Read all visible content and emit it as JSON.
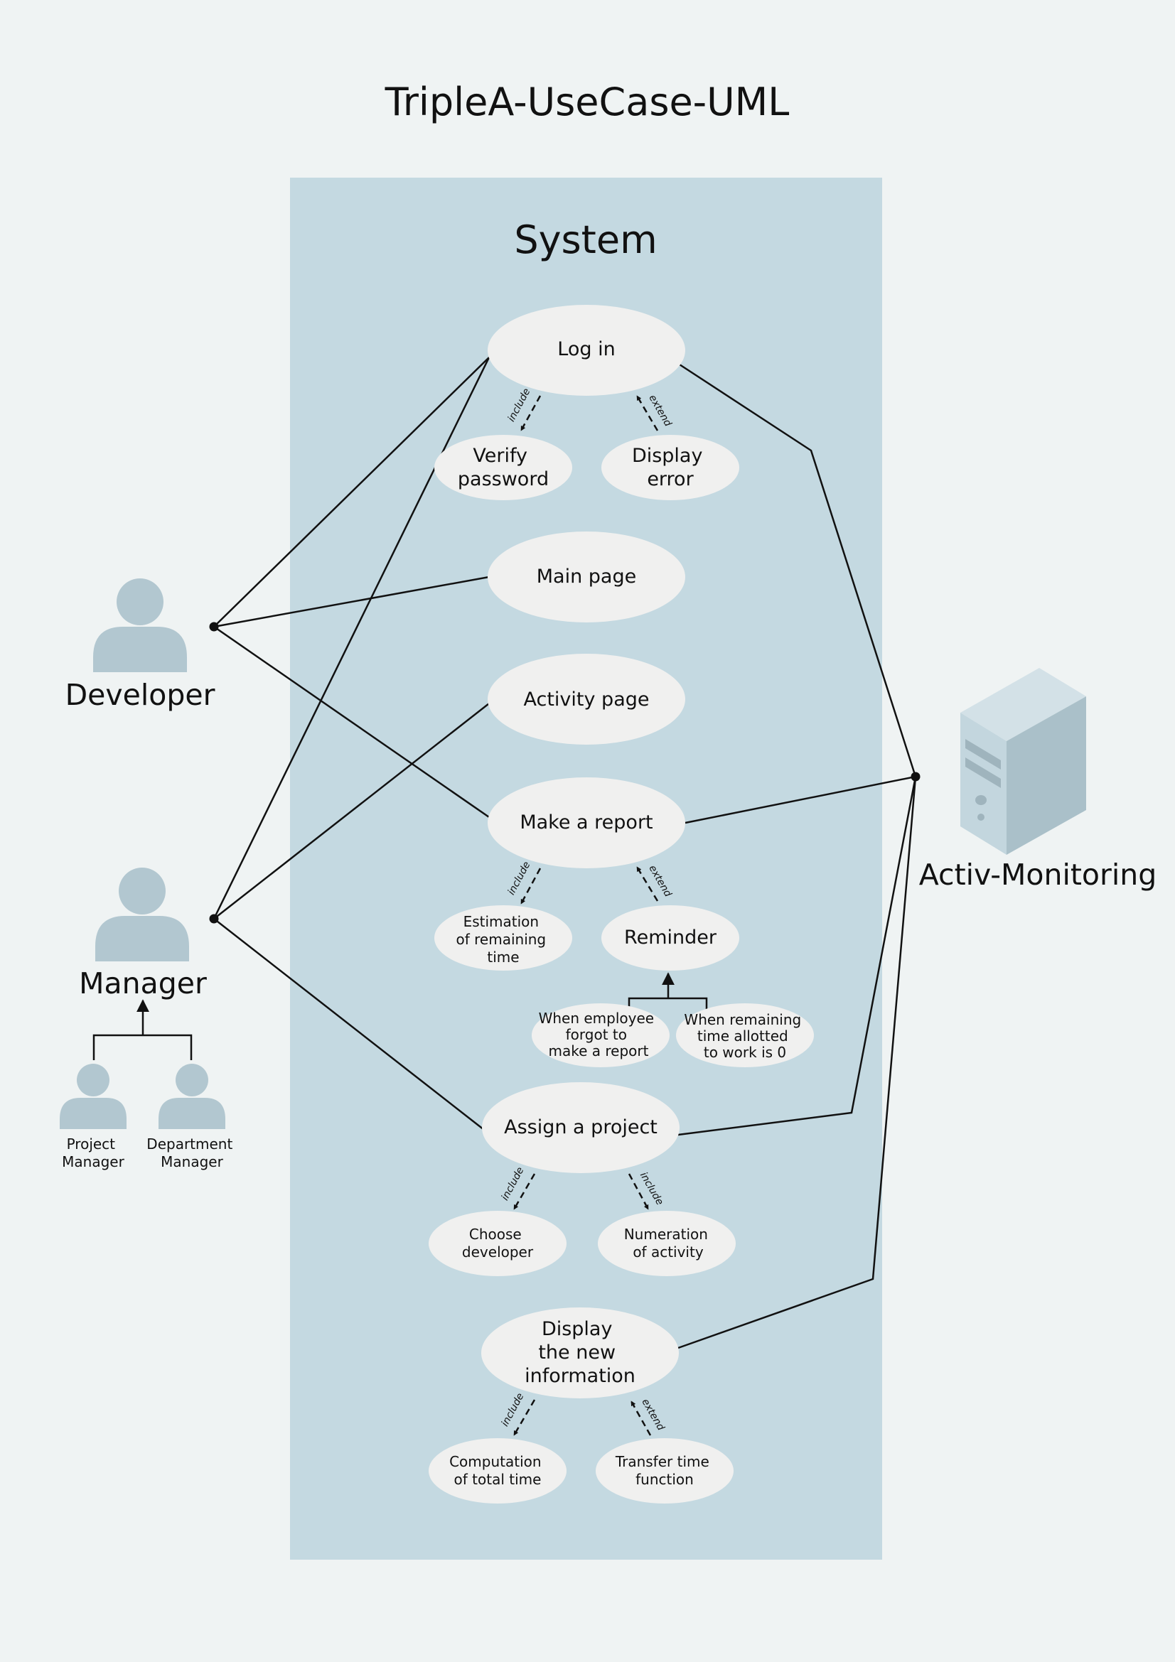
{
  "title": "TripleA-UseCase-UML",
  "system": {
    "label": "System"
  },
  "use_cases": {
    "login": [
      "Log in"
    ],
    "verify_password": [
      "Verify",
      "password"
    ],
    "display_error": [
      "Display",
      "error"
    ],
    "main_page": [
      "Main page"
    ],
    "activity_page": [
      "Activity page"
    ],
    "make_report": [
      "Make a report"
    ],
    "estimation": [
      "Estimation",
      "of remaining",
      "time"
    ],
    "reminder": [
      "Reminder"
    ],
    "forgot": [
      "When employee",
      "forgot to",
      "make a report"
    ],
    "remaining_zero": [
      "When remaining",
      "time allotted",
      "to work is 0"
    ],
    "assign_project": [
      "Assign a project"
    ],
    "choose_developer": [
      "Choose",
      "developer"
    ],
    "numeration": [
      "Numeration",
      "of activity"
    ],
    "display_new": [
      "Display",
      "the new",
      "information"
    ],
    "computation": [
      "Computation",
      "of total time"
    ],
    "transfer": [
      "Transfer time",
      "function"
    ]
  },
  "relations": [
    {
      "label": "include"
    },
    {
      "label": "extend"
    },
    {
      "label": "include"
    },
    {
      "label": "extend"
    },
    {
      "label": "include"
    },
    {
      "label": "include"
    },
    {
      "label": "include"
    },
    {
      "label": "extend"
    }
  ],
  "actors": {
    "developer": "Developer",
    "manager": "Manager",
    "project_manager": [
      "Project",
      "Manager"
    ],
    "department_manager": [
      "Department",
      "Manager"
    ],
    "activ_monitoring": "Activ-Monitoring"
  },
  "colors": {
    "background": "#eff3f3",
    "system_box": "#c4d9e1",
    "use_case": "#f0f0ef",
    "actor": "#b2c7d0"
  }
}
